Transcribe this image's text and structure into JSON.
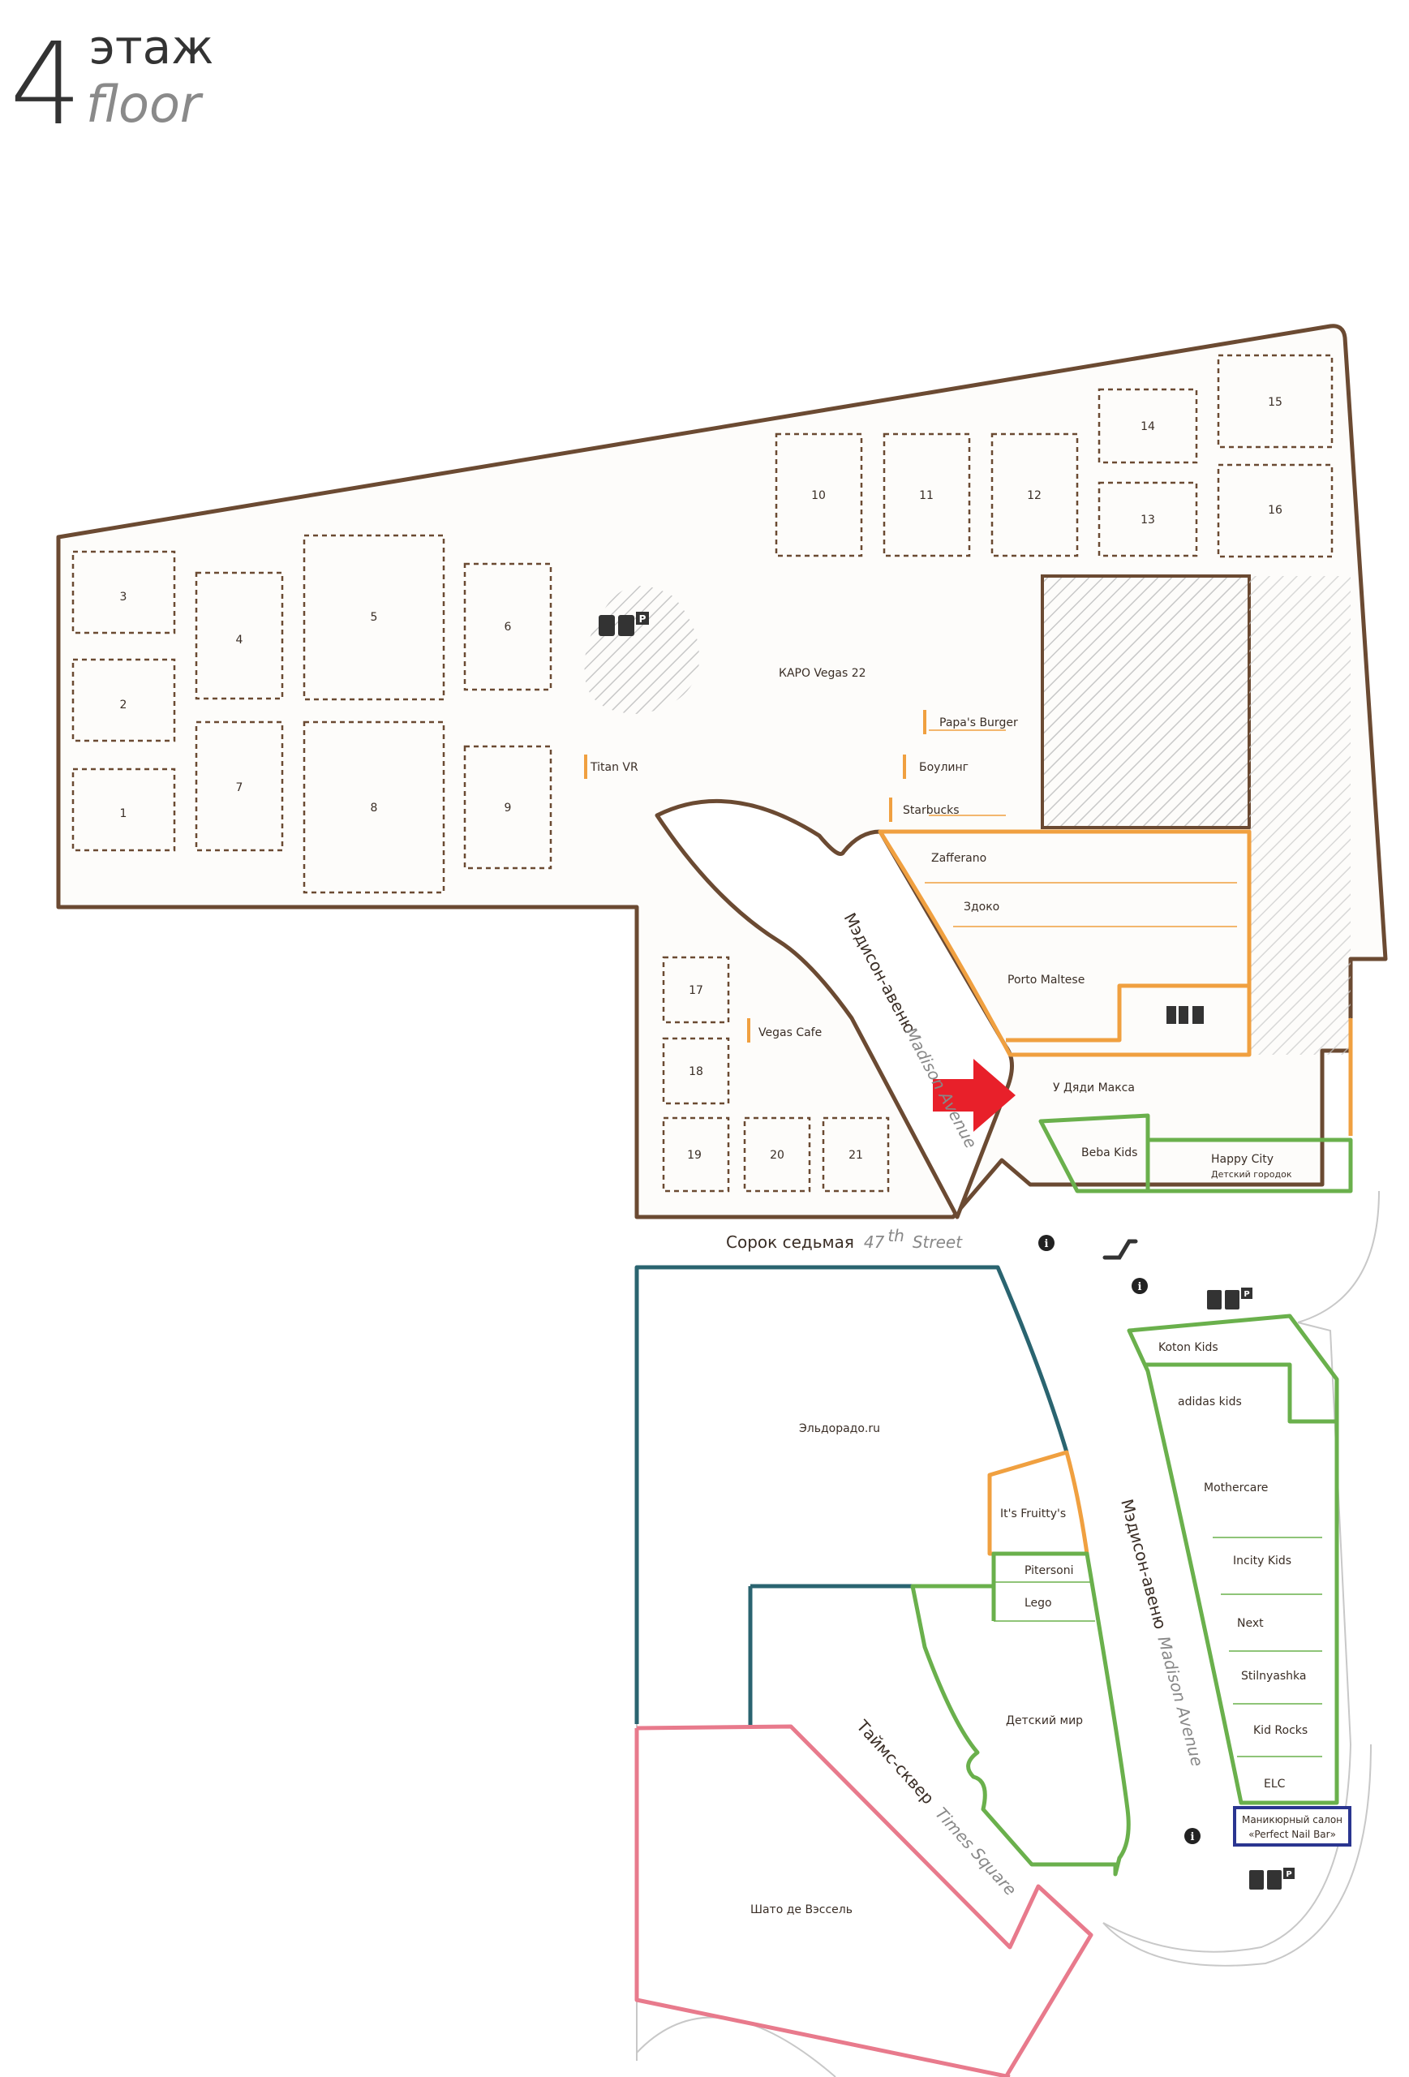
{
  "header": {
    "floor_number": "4",
    "floor_ru": "этаж",
    "floor_en": "floor"
  },
  "colors": {
    "building_outline": "#6b4a32",
    "food": "#f0a040",
    "kids": "#6ab04c",
    "electronics": "#2a6470",
    "restaurant_pink": "#e87a8c",
    "service_blue": "#2a3590",
    "arrow": "#e8202a"
  },
  "numbered_units": [
    "1",
    "2",
    "3",
    "4",
    "5",
    "6",
    "7",
    "8",
    "9",
    "10",
    "11",
    "12",
    "13",
    "14",
    "15",
    "16",
    "17",
    "18",
    "19",
    "20",
    "21"
  ],
  "labels": {
    "karo": "КАРО Vegas 22",
    "titan": "Titan VR",
    "papas": "Papa's Burger",
    "bowling": "Боулинг",
    "starbucks": "Starbucks",
    "zafferano": "Zafferano",
    "zdoko": "Здоко",
    "porto": "Porto Maltese",
    "vegas_cafe": "Vegas Cafe",
    "dyadi_maksa": "У Дяди Макса",
    "beba_kids": "Beba Kids",
    "happy_city": "Happy City",
    "happy_city_sub": "Детский городок",
    "eldorado": "Эльдорадо.ru",
    "fruitty": "It's Fruitty's",
    "pitersoni": "Pitersoni",
    "lego": "Lego",
    "detskiy_mir": "Детский мир",
    "koton_kids": "Koton Kids",
    "adidas_kids": "adidas kids",
    "mothercare": "Mothercare",
    "incity_kids": "Incity Kids",
    "next": "Next",
    "stilnyashka": "Stilnyashka",
    "kid_rocks": "Kid Rocks",
    "elc": "ELC",
    "manicure_1": "Маникюрный салон",
    "manicure_2": "«Perfect Nail Bar»",
    "chateau": "Шато де Вэссель"
  },
  "streets": {
    "madison_ru": "Мэдисон-авеню",
    "madison_en": "Madison Avenue",
    "street47_ru": "Сорок седьмая",
    "street47_num": "47",
    "street47_sup": "th",
    "street47_en": "Street",
    "times_ru": "Таймс-сквер",
    "times_en": "Times Square"
  },
  "icons": {
    "info": "i",
    "parking": "P"
  }
}
